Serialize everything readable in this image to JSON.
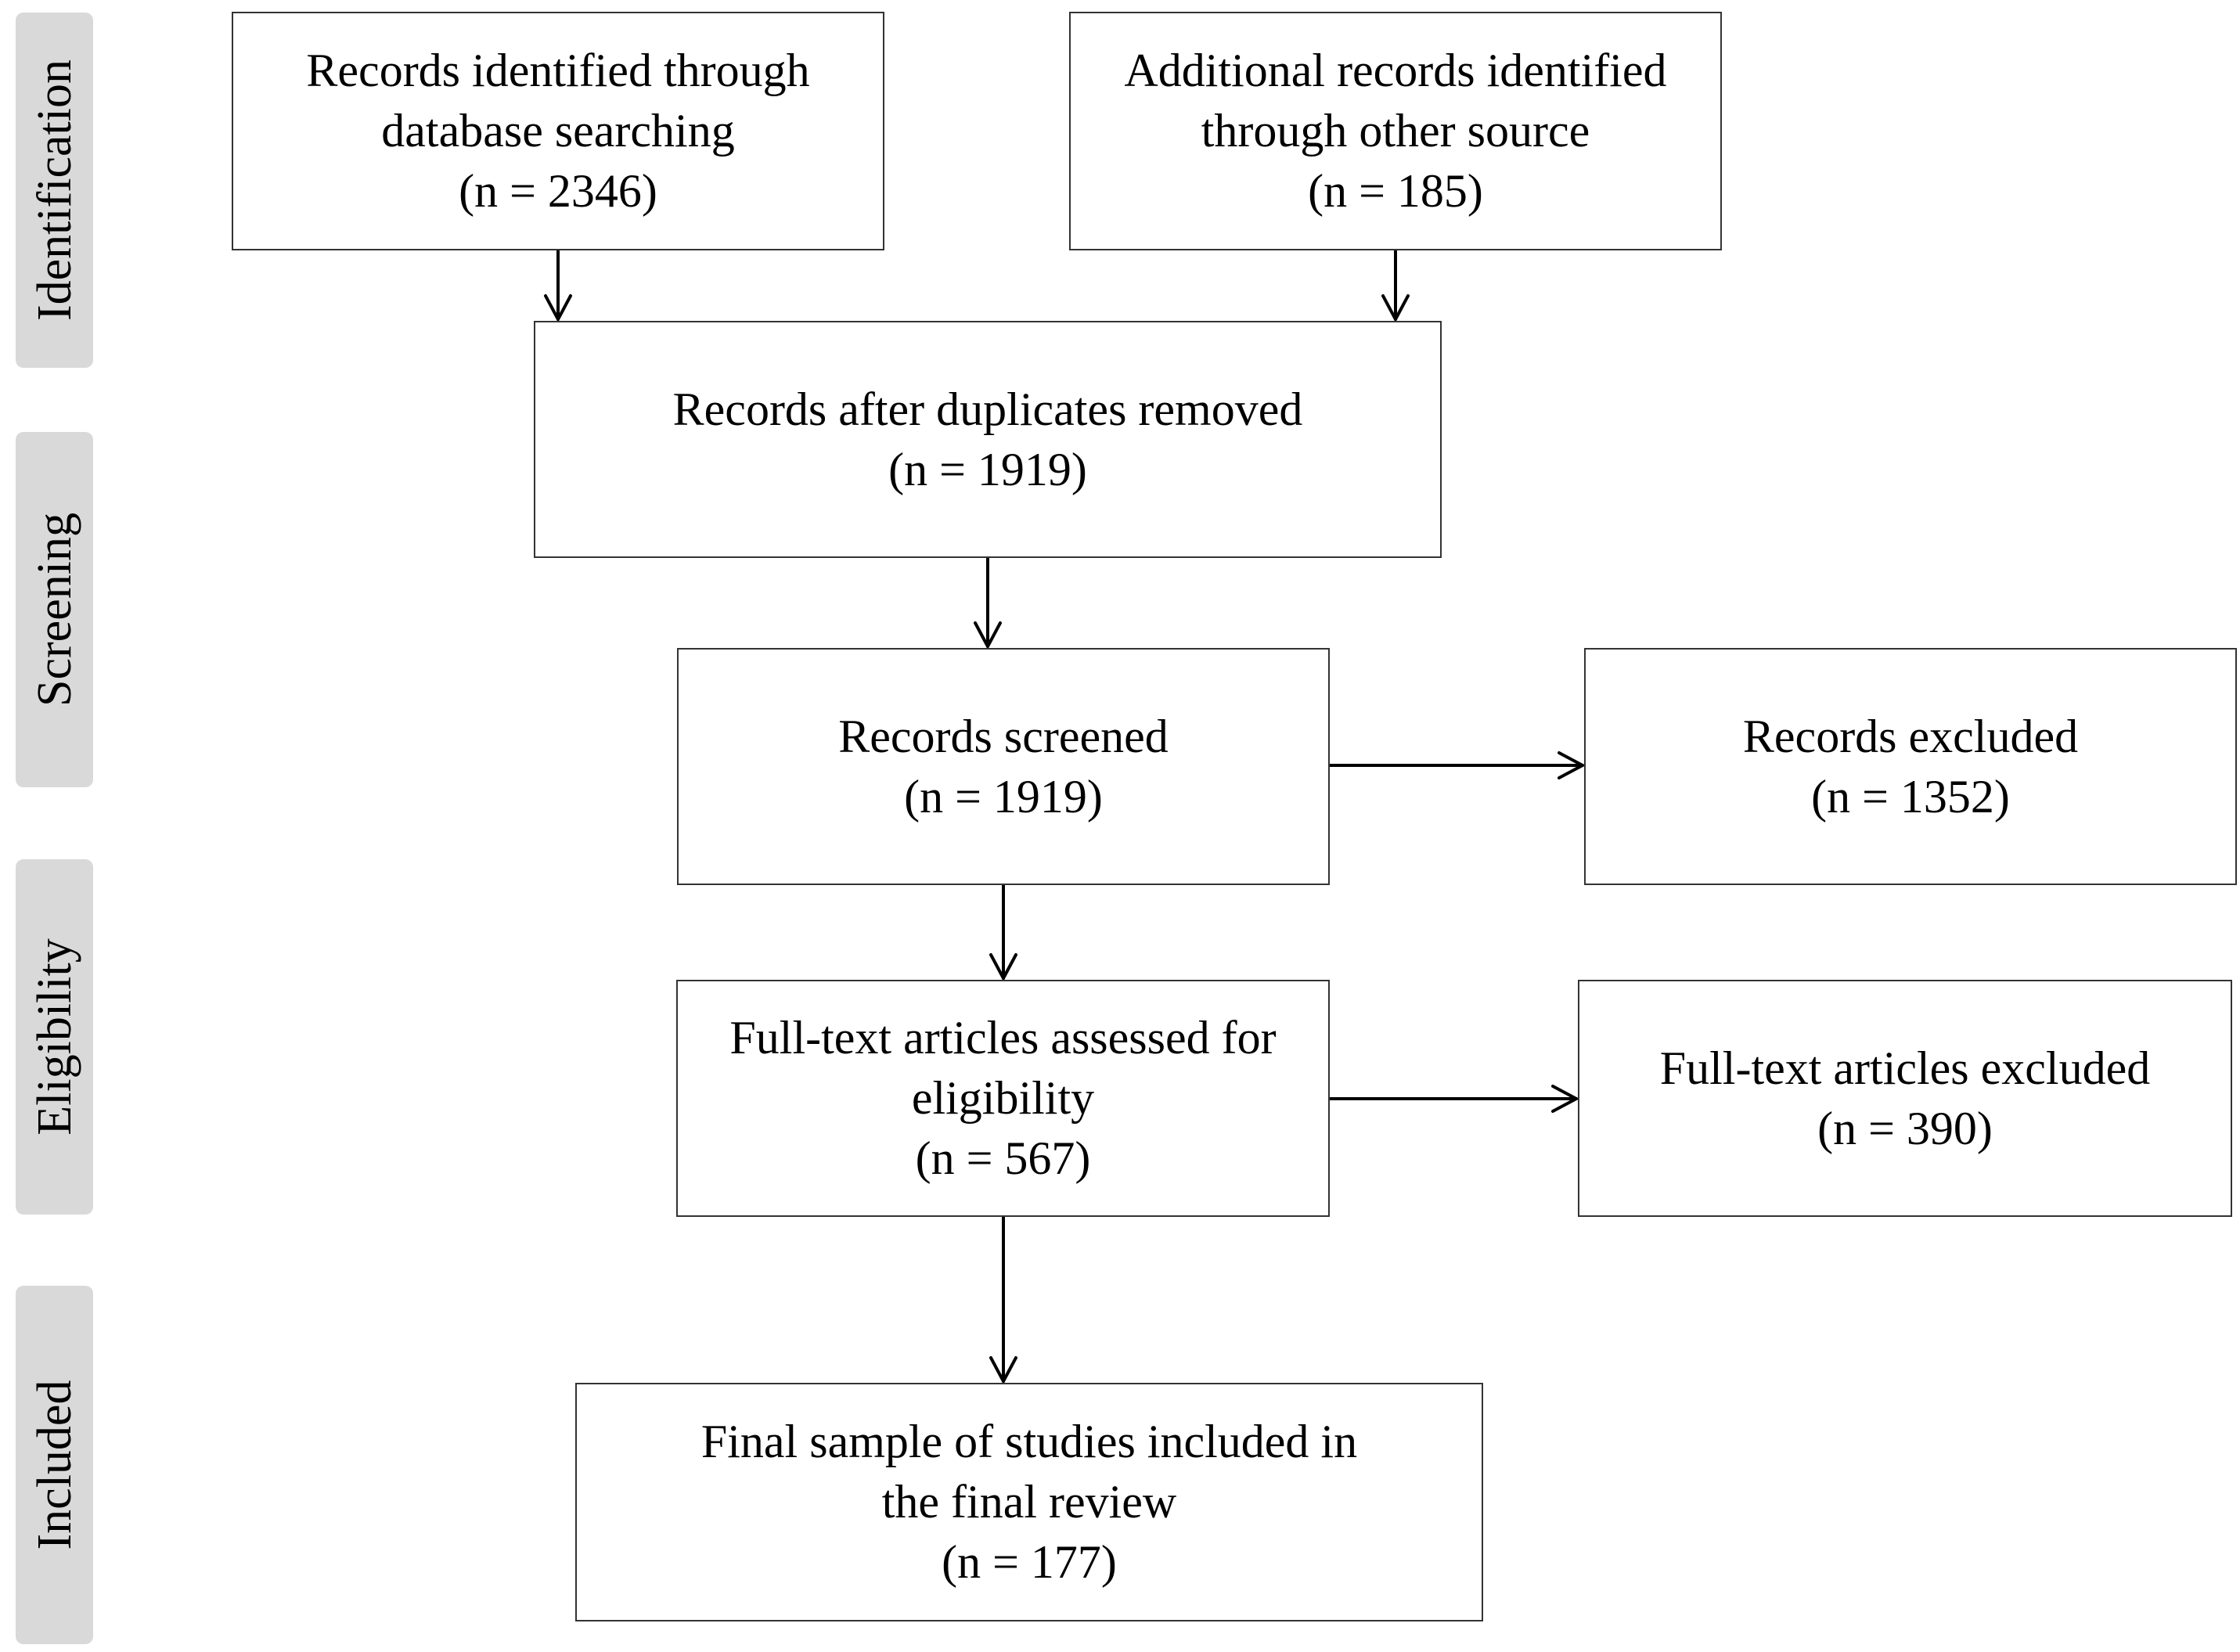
{
  "stages": {
    "identification": "Identification",
    "screening": "Screening",
    "eligibility": "Eligibility",
    "included": "Included"
  },
  "boxes": {
    "db_search": {
      "lines": [
        "Records identified through",
        "database searching",
        "(n = 2346)"
      ]
    },
    "other_source": {
      "lines": [
        "Additional records identified",
        "through other source",
        "(n = 185)"
      ]
    },
    "duplicates": {
      "lines": [
        "Records after duplicates removed",
        "(n = 1919)"
      ]
    },
    "screened": {
      "lines": [
        "Records screened",
        "(n = 1919)"
      ]
    },
    "excluded": {
      "lines": [
        "Records excluded",
        "(n = 1352)"
      ]
    },
    "fulltext": {
      "lines": [
        "Full-text articles assessed for",
        "eligibility",
        "(n = 567)"
      ]
    },
    "ft_excluded": {
      "lines": [
        "Full-text articles excluded",
        "(n = 390)"
      ]
    },
    "final": {
      "lines": [
        "Final sample of studies included in",
        "the final review",
        "(n = 177)"
      ]
    }
  },
  "colors": {
    "stage_fill": "#d9d9d9",
    "box_border": "#333333",
    "arrow": "#000000",
    "text": "#000000"
  }
}
